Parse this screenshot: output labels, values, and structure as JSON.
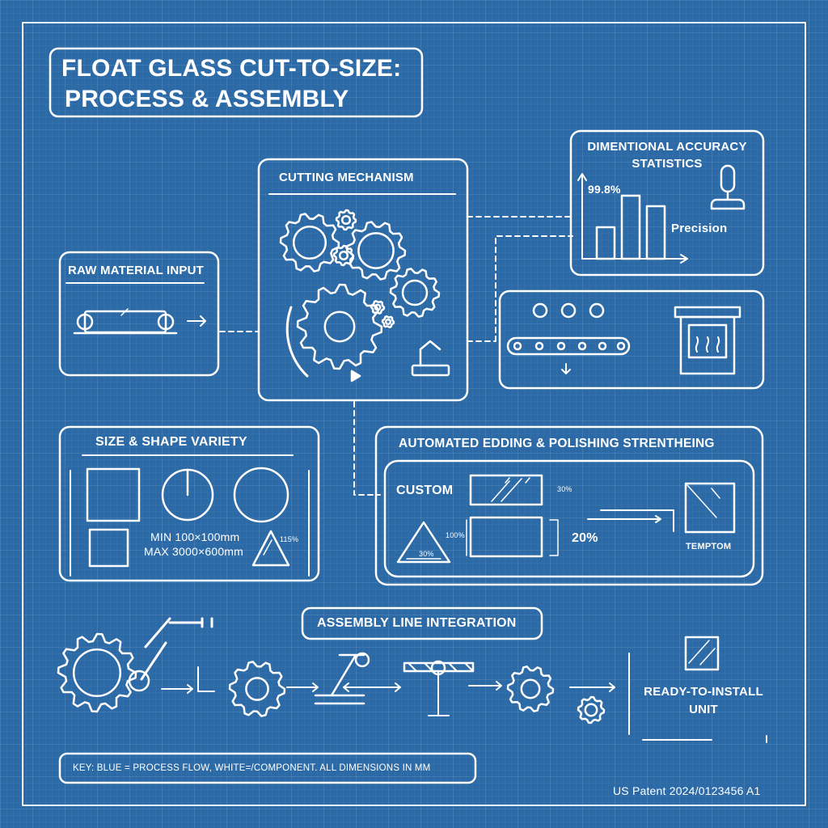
{
  "title": {
    "line1": "FLOAT GLASS CUT-TO-SIZE:",
    "line2": "PROCESS & ASSEMBLY"
  },
  "panels": {
    "raw_material": {
      "title": "RAW MATERIAL INPUT"
    },
    "cutting": {
      "title": "CUTTING MECHANISM"
    },
    "accuracy": {
      "title_line1": "DIMENTIONAL ACCURACY",
      "title_line2": "STATISTICS",
      "value": "99.8%",
      "label": "Precision",
      "bars": [
        3,
        6,
        5
      ]
    },
    "size_shape": {
      "title": "SIZE & SHAPE VARIETY",
      "min": "MIN 100×100mm",
      "max": "MAX 3000×600mm",
      "triangle_label": "115%"
    },
    "edging": {
      "title": "AUTOMATED EDDING & POLISHING STRENTHEING",
      "custom": "CUSTOM",
      "pct_top": "30%",
      "pct_side": "100%",
      "pct_triangle": "30%",
      "pct_big": "20%",
      "result_label": "TEMPTOM"
    },
    "assembly": {
      "title": "ASSEMBLY LINE INTEGRATION",
      "output_line1": "READY-TO-INSTALL",
      "output_line2": "UNIT"
    }
  },
  "key": "KEY: BLUE = PROCESS FLOW, WHITE=/COMPONENT. ALL DIMENSIONS IN MM",
  "patent": "US Patent 2024/0123456 A1",
  "colors": {
    "background": "#2b6aa6",
    "lines": "#ffffff"
  }
}
